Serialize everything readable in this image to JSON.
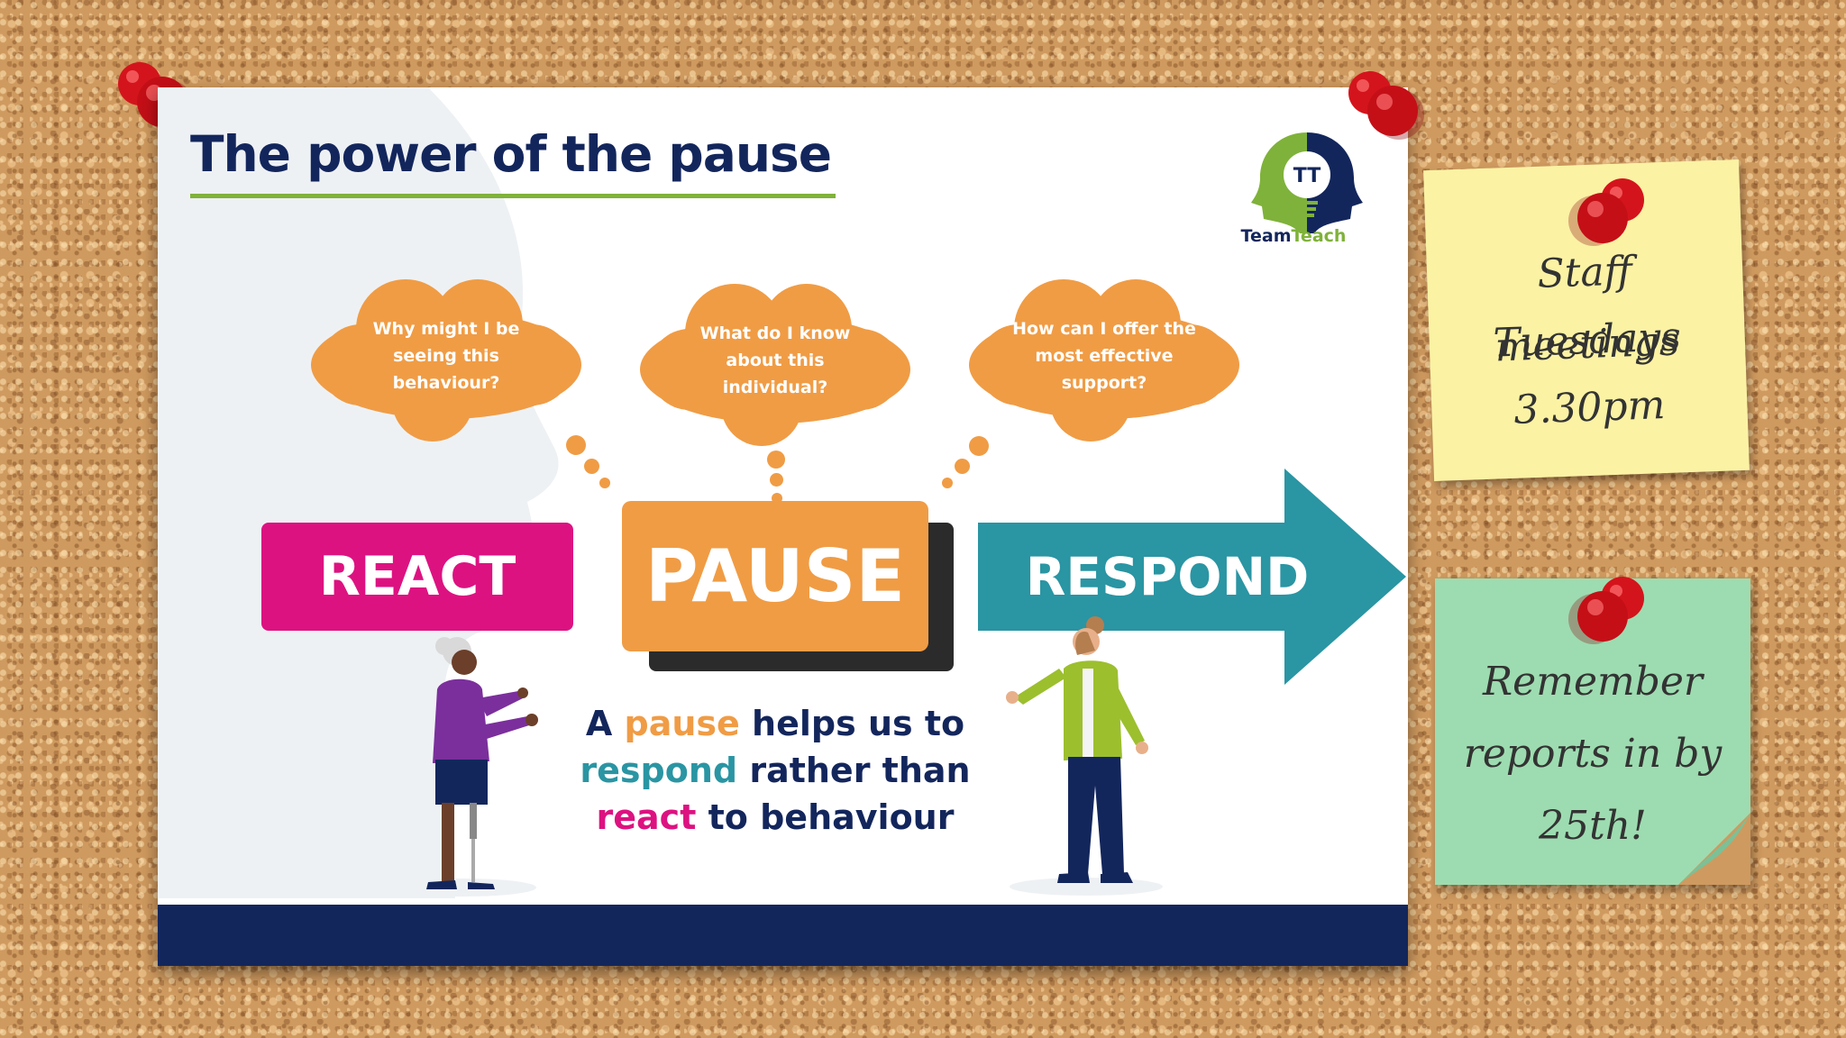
{
  "poster": {
    "title": "The power of the pause",
    "logo_text_part1": "Team",
    "logo_text_part2": "Teach",
    "logo_monogram": "TT",
    "clouds": [
      {
        "text": "Why might I be seeing this behaviour?"
      },
      {
        "text": "What do I know about this individual?"
      },
      {
        "text": "How can I offer the most effective support?"
      }
    ],
    "react_label": "REACT",
    "pause_label": "PAUSE",
    "respond_label": "RESPOND",
    "message": {
      "line1_a": "A",
      "line1_pause": "pause",
      "line1_b": "helps us to",
      "line2_respond": "respond",
      "line2_b": "rather than",
      "line3_react": "react",
      "line3_b": "to behaviour"
    }
  },
  "notes": {
    "yellow": [
      "Staff meetings",
      "Tuesdays",
      "3.30pm"
    ],
    "green": [
      "Remember",
      "reports in by",
      "25th!"
    ]
  },
  "colors": {
    "navy": "#13265c",
    "green": "#7fb23a",
    "orange": "#f09c45",
    "pink": "#dd1281",
    "teal": "#2a95a3",
    "note_yellow": "#fbf2a4",
    "note_green": "#9ddcb0",
    "pin_red": "#d4141c"
  }
}
